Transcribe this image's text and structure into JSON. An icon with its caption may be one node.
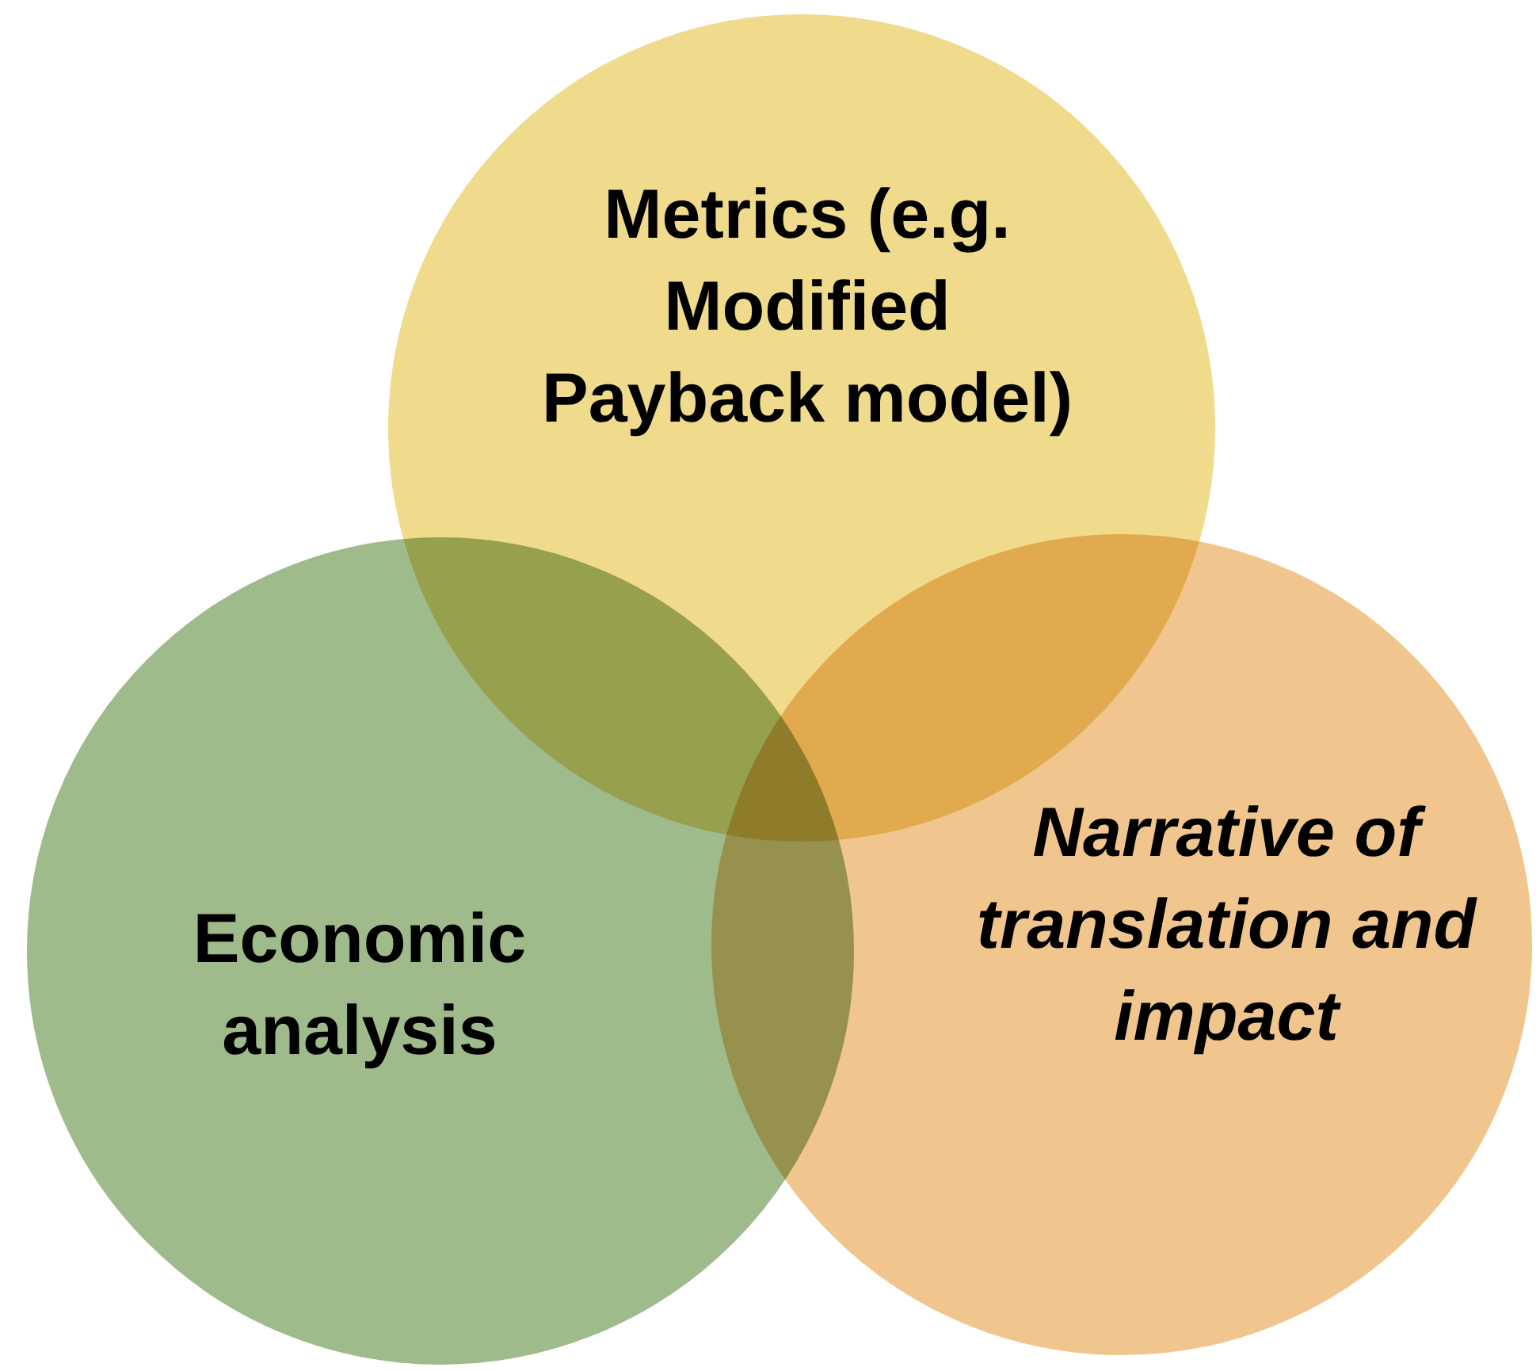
{
  "diagram": {
    "nodes": [
      {
        "text": [
          "Metrics (e.g. Modified Payback model)"
        ]
      },
      {
        "text": [
          "Economic analysis"
        ]
      },
      {
        "text": [
          "Narrative of translation and impact"
        ]
      }
    ],
    "edges": []
  }
}
